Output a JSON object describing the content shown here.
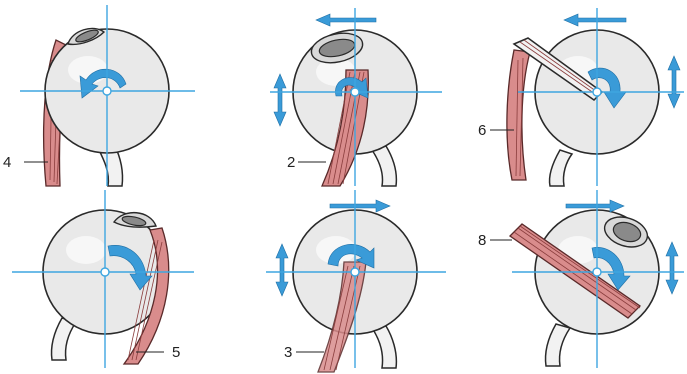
{
  "panels": [
    {
      "id": "p1",
      "label": ""
    },
    {
      "id": "p2",
      "label": "2"
    },
    {
      "id": "p3",
      "label": "6"
    },
    {
      "id": "p4",
      "label": "4"
    },
    {
      "id": "p5",
      "label": "3"
    },
    {
      "id": "p6",
      "label": "8"
    },
    {
      "id": "p7",
      "label": "5"
    }
  ],
  "labels": {
    "l4": "4",
    "l2": "2",
    "l6": "6",
    "l5": "5",
    "l3": "3",
    "l8": "8"
  },
  "colors": {
    "axis": "#3ea6e0",
    "arrow": "#3a9bd8",
    "muscle": "#d98c8c",
    "eye": "#e9e9e9"
  }
}
